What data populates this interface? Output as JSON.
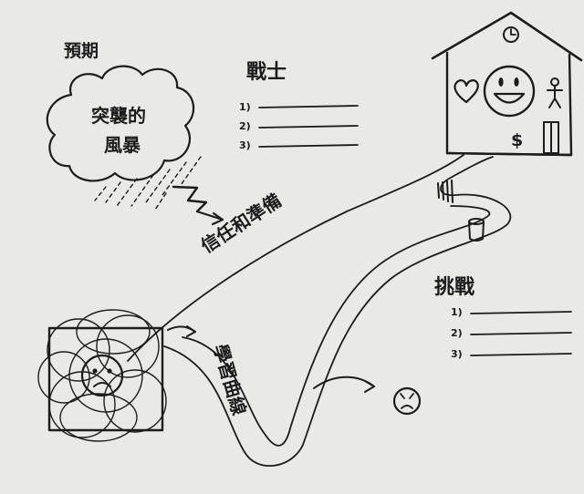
{
  "expectation": {
    "title": "預期"
  },
  "storm": {
    "label_line1": "突襲的",
    "label_line2": "風暴"
  },
  "warrior": {
    "title": "戰士",
    "items": [
      "1)",
      "2)",
      "3)"
    ]
  },
  "challenge": {
    "title": "挑戰",
    "items": [
      "1)",
      "2)",
      "3)"
    ]
  },
  "paths": {
    "upper_label": "信任和準備",
    "lower_label": "學習曲線"
  },
  "house": {
    "dollar_symbol": "$"
  },
  "colors": {
    "ink": "#1c1c1c",
    "paper": "#e9e9e7"
  }
}
